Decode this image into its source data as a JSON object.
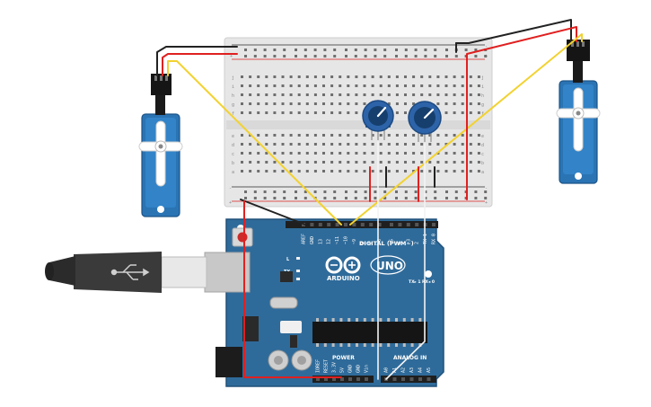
{
  "arduino": {
    "brand": "ARDUINO",
    "model": "UNO",
    "digital_header_label": "DIGITAL (PWM~)",
    "power_label": "POWER",
    "analog_label": "ANALOG IN",
    "top_pins": [
      "AREF",
      "GND",
      "13",
      "12",
      "~11",
      "~10",
      "~9",
      "8",
      "7",
      "~6",
      "~5",
      "4",
      "~3",
      "2",
      "TX 1",
      "RX 0"
    ],
    "power_pins": [
      "IOREF",
      "RESET",
      "3.3V",
      "5V",
      "GND",
      "GND",
      "Vin"
    ],
    "analog_pins": [
      "A0",
      "A1",
      "A2",
      "A3",
      "A4",
      "A5"
    ],
    "led_labels": [
      "L",
      "TX",
      "RX"
    ],
    "tx_rx_label": "TX▸ 1  RX◂ 0"
  },
  "breadboard": {
    "row_letters_top": [
      "j",
      "i",
      "h",
      "g",
      "f"
    ],
    "row_letters_bottom": [
      "e",
      "d",
      "c",
      "b",
      "a"
    ],
    "rail_minus": "-",
    "rail_plus": "+"
  },
  "colors": {
    "board": "#2f6b9a",
    "board_dark": "#1f4f77",
    "wire_red": "#e02020",
    "wire_black": "#222222",
    "wire_yellow": "#f2d230",
    "wire_white": "#f4f4f4",
    "servo_blue": "#2a74b4",
    "pot_blue": "#2d63a8"
  }
}
